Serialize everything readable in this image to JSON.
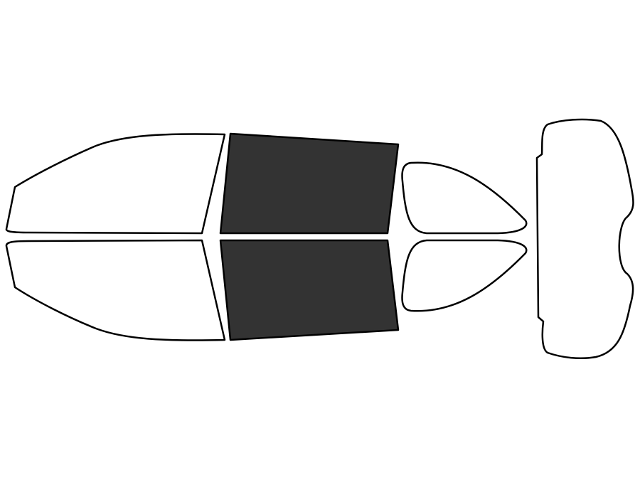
{
  "colors": {
    "background": "#ffffff",
    "outline": "#000000",
    "untinted_fill": "#ffffff",
    "tinted_fill": "#333333"
  },
  "windows": [
    {
      "id": "front-door-window-top",
      "name": "front-door-window-top",
      "tinted": false
    },
    {
      "id": "rear-door-window-top",
      "name": "rear-door-window-top",
      "tinted": true
    },
    {
      "id": "quarter-window-top",
      "name": "quarter-window-top",
      "tinted": false
    },
    {
      "id": "front-door-window-bottom",
      "name": "front-door-window-bottom",
      "tinted": false
    },
    {
      "id": "rear-door-window-bottom",
      "name": "rear-door-window-bottom",
      "tinted": true
    },
    {
      "id": "quarter-window-bottom",
      "name": "quarter-window-bottom",
      "tinted": false
    },
    {
      "id": "rear-windshield",
      "name": "rear-windshield",
      "tinted": false
    }
  ]
}
